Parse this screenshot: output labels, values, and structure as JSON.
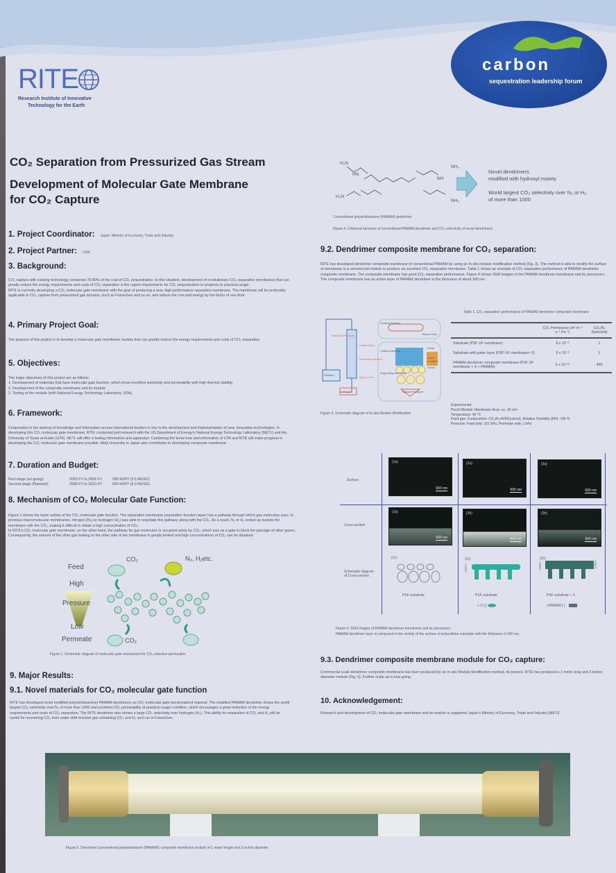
{
  "header": {
    "rite_logo": "RITE",
    "rite_sub1": "Research Institute of Innovative",
    "rite_sub2": "Technology for the Earth",
    "cslf_logo_main": "carbon",
    "cslf_logo_sub": "sequestration leadership forum"
  },
  "title": {
    "line1": "CO₂ Separation from Pressurized Gas Stream",
    "line2": "Development of Molecular Gate Membrane",
    "line3": "for CO₂ Capture"
  },
  "sections": {
    "s1": {
      "heading": "1. Project Coordinator:",
      "value": "Japan: Ministry of Economy, Trade and Industry"
    },
    "s2": {
      "heading": "2. Project Partner:",
      "value": "USA"
    },
    "s3": {
      "heading": "3. Background:",
      "body": "CO₂ capture with existing technology consumes 70-80% of the cost of CO₂ sequestration. In this situation, development of revolutionary CO₂ separation membranes that can greatly reduce the energy requirements and costs of CO₂ separation is the urgent requirements for CO₂ sequestration to progress to practical usage.\nRITE is currently developing a CO₂ molecular gate membrane with the goal of producing a new, high-performance separation membrane. The membrane will be preferably applicable to CO₂ capture from pressurized gas streams, such as FutureGen and so on, and reduce the cost and energy by the factor of one third."
    },
    "s4": {
      "heading": "4. Primary Project Goal:",
      "body": "The purpose of this project is to develop a molecular gate membrane module that can greatly reduce the energy requirements and costs of CO₂ separation."
    },
    "s5": {
      "heading": "5. Objectives:",
      "body": "The major objectives of this project are as follows:\n1. Development of materials that have molecular gate function, which show excellent selectivity and permeability with high thermal stability\n2. Development of the composite membrane and its module\n3. Testing of the module     (with National Energy Technology Laboratory, USA)"
    },
    "s6": {
      "heading": "6. Framework:",
      "body": "Cooperation in the sharing of knowledge and information across international borders is key to the development and implementation of new, innovative technologies. In developing this CO₂ molecular gate membrane, RITE conducted joint research with the US Department of Energy's National Energy Technology Laboratory (NETL) and the University of Texas at Austin (UTA). NETL will offer a testing information and apparatus. Combining the know-how and information of UTA and RITE will make progress in developing the CO₂ molecular gate membrane possible. Meiji University in Japan also contributes to developing composite membrane."
    },
    "s7": {
      "heading": "7. Duration and Budget:",
      "rows": [
        {
          "stage": "First stage (on going):",
          "period": "2003 FY to 2005 FY",
          "budget": "280 MJPY (2.5 MUSD)"
        },
        {
          "stage": "Second stage (Planned):",
          "period": "2006 FY to 2010 FY",
          "budget": "660 MJPY (6.0 MUSD)"
        }
      ]
    },
    "s8": {
      "heading": "8. Mechanism of CO₂ Molecular Gate Function:",
      "body": "Figure 1 shows the basic outline of the CO₂ molecular gate function. The separation membrane (separation function layer) has a pathway through which gas molecules pass. In previous macromolecular membranes, nitrogen (N₂) or hydrogen (H₂) was able to negotiate this pathway along with the CO₂. As a result, N₂ or H₂ ended up outside the membrane with the CO₂, making it difficult to obtain a high concentration of CO₂.\nIn RITE's CO₂ molecular gate membrane, on the other hand, the pathway for gas molecules is occupied solely by CO₂, which acts as a gate to block the passage of other gases. Consequently, the amount of the other gas leaking to the other side of the membrane is greatly limited and high concentrations of CO₂ can be obtained."
    },
    "fig1": {
      "feed": "Feed",
      "high": "High",
      "pressure": "Pressure",
      "low": "Low",
      "permeate": "Permeate",
      "co2_top": "CO₂",
      "n2h2": "N₂, H₂etc.",
      "co2_bottom": "CO₂",
      "caption": "Figure 1.   Schematic diagram of molecular gate mechanism for CO₂ selective permeation"
    },
    "s9": {
      "heading": "9. Major Results:"
    },
    "s91": {
      "heading": "9.1. Novel materials for CO₂ molecular gate function",
      "body": "RITE has developed novel modified poly(amidoamine) PAMAM dendrimers as CO₂ molecular gate functionalized material. The modified PAMAM dendrimer shows the world largest CO₂ selectivity over N₂ of more than 1000 and excellent CO₂ permeability at practical usage condition, which encourages a great reduction of the energy requirements and costs of CO₂ separation. The RITE dendrimer also shows a large CO₂ selectivity over hydrogen (H₂). This ability for separation of CO₂ and H₂ will be useful for recovering CO₂ from water shift reaction gas containing CO₂ and H₂ such as in FutureGen."
    },
    "fig_chem": {
      "h2n1": "H₂N",
      "hn": "HN",
      "nh": "NH",
      "nh2a": "NH₂",
      "h2n2": "H₂N",
      "nh2b": "NH₂",
      "label": "Conventional polyamidoamine (PAMAM) dendrimer",
      "novel1": "Novel dendrimers",
      "novel2": "modified with hydroxyl moiety",
      "world1": "World largest CO₂ selectivity over N₂ or H₂",
      "world2": "of more than 1000",
      "caption": "Figure 4.   Chemical structure of conventional PAMAM dendrimer and CO₂ selectivity of novel dendrimers"
    },
    "s92": {
      "heading": "9.2. Dendrimer composite membrane for CO₂ separation:",
      "body": "RITE has developed dendrimer composite membrane of conventional PAMAM by using an In-situ module modification method (Fig. 3). The method is able to modify the surface of membrane in a commercial module to produce an excellent CO₂ separation membrane. Table 1 shows an example of CO₂ separation performance of PAMAM dendrimer composite membrane. The composite membrane has good CO₂ separation performance. Figure 4 shows SEM images of the PAMAM dendrimer membrane and its precursors. The composite membrane has an active layer of PAMAM dendrimer in the thickness of about 300 nm."
    },
    "fig3": {
      "labels": [
        "Reduced Pressure",
        "Hollow Fiber",
        "Membrane Module",
        "Epoxy resin",
        "Solution",
        "Pump",
        "Coating Solution",
        "Hollow Fiber",
        "Coating Material",
        "Supporting Substrate",
        "Natural Pressure",
        "Dilute",
        "Conc. Gradient",
        "Dense"
      ],
      "caption": "Figure 3.   Schematic diagram of In-situ Module Modification"
    },
    "table1": {
      "caption": "Table 1.   CO₂ separation performance of PAMAM dendrimer composite membrane",
      "col1": "CO₂ Permeance (m³ m⁻² s⁻¹ Pa⁻¹)",
      "col2": "CO₂/N₂ Selectivity",
      "rows": [
        {
          "name": "Substrate (PSF UF membrane)",
          "perm": "8 x 10⁻⁸",
          "sel": "1"
        },
        {
          "name": "Substrate with gatter layer (PSF UF membrane+ X)",
          "perm": "5 x 10⁻⁸",
          "sel": "1"
        },
        {
          "name": "PAMAM dendrimer composite membrane (PSF UF membrane + X + PAMAM)",
          "perm": "5 x 10⁻¹⁰",
          "sel": "400"
        }
      ],
      "experimental": [
        "Experimental:",
        "Pencil Module: Membrane Area: ca. 18 cm²",
        "Temperature: 40 °C",
        "Feed gas: Composition: CO₂/N₂=5/95(vol/vol), Relative Humidity (RH): >95 %",
        "Pressure: Feed side; 101 kPa,  Permeate side; 1 kPa"
      ]
    },
    "fig4": {
      "row_surface": "Surface",
      "row_cross": "Cross-section",
      "row_schem": "Schematic diagram of Cross-section",
      "panels_a": [
        "(1a)",
        "(2a)",
        "(3a)"
      ],
      "panels_b": [
        "(1b)",
        "(2b)",
        "(3b)"
      ],
      "panels_c": [
        "(1c)",
        "(2c)",
        "(3c)"
      ],
      "scale": "600 nm",
      "col_labels": [
        "PSF-substrate",
        "PSF-substrate",
        "PSF-substrate + X"
      ],
      "legend_x": "+ X [        ]",
      "legend_pamam": "+PAMAM [        ]",
      "dim_200": "200nm",
      "dim_300": "300nm",
      "dim_100": "100nm",
      "caption1": "Figure 4.   SEM images of PAMAM dendrimer membrane and its precursors.",
      "caption2": "PAMAM dendrimer layer is composed in the vicinity of the surface of polysulfone substrate with the thickness of 300 nm."
    },
    "s93": {
      "heading": "9.3. Dendrimer composite membrane module for CO₂ capture:",
      "body": "Commercial  scale dendrimer composite membrane has been produced by an In-situ Module Modification method. At present, RITE has produced a 1 meter long and 3 inches diameter module (Fig. 5). Further scale up is now going."
    },
    "s10": {
      "heading": "10. Acknowledgement:",
      "body": "Research and development of CO₂ molecular gate membrane and its module is supported Japan's Ministry of Economy, Trade and Industry (METI)."
    },
    "fig5": {
      "caption": "Figure 5.   Dendrimer (conventional polyamidoamin (PAMAM)) composite membrane module of 1 meter length and 3 inches diameter"
    }
  },
  "colors": {
    "accent_blue": "#3b55a8",
    "teal": "#2b9a8c",
    "background": "#dfe1ec"
  }
}
